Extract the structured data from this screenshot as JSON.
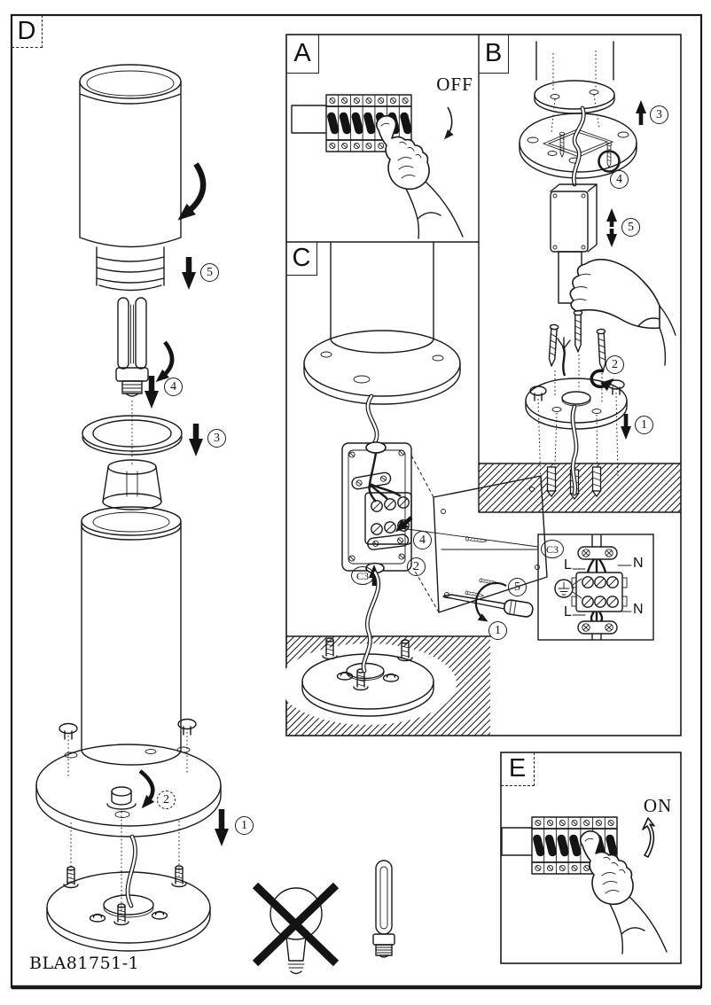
{
  "page": {
    "model_code": "BLA81751-1",
    "ink_color": "#1a1a1a"
  },
  "panels": {
    "d": {
      "label": "D",
      "step1": "1",
      "step2": "2",
      "step3": "3",
      "step4": "4",
      "step5": "5"
    },
    "a": {
      "label": "A",
      "power_state": "OFF"
    },
    "b": {
      "label": "B",
      "step1": "1",
      "step2": "2",
      "step3": "3",
      "step4": "4",
      "step5": "5"
    },
    "c": {
      "label": "C",
      "step1": "1",
      "step2": "2",
      "step4": "4",
      "step5": "5",
      "ref_label": "C3"
    },
    "e": {
      "label": "E",
      "power_state": "ON"
    },
    "inset": {
      "ref_label": "C3",
      "terminal_top_left": "L",
      "terminal_top_right": "N",
      "terminal_bottom_left": "L",
      "terminal_bottom_right": "N"
    }
  }
}
